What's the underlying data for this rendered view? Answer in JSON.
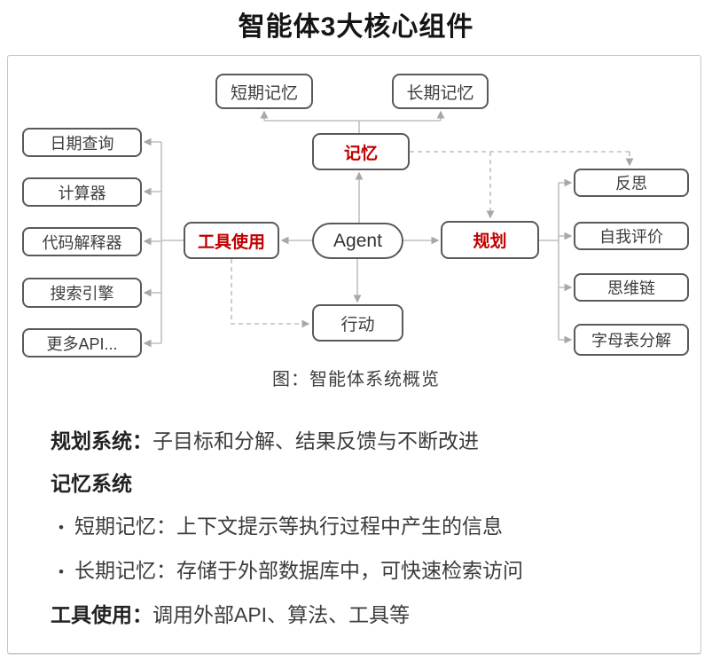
{
  "title": "智能体3大核心组件",
  "caption": "图：智能体系统概览",
  "diagram": {
    "nodes": {
      "short_term": "短期记忆",
      "long_term": "长期记忆",
      "memory": "记忆",
      "agent": "Agent",
      "tool_use": "工具使用",
      "planning": "规划",
      "action": "行动",
      "date_query": "日期查询",
      "calculator": "计算器",
      "code_interpreter": "代码解释器",
      "search_engine": "搜索引擎",
      "more_api": "更多API...",
      "reflection": "反思",
      "self_evaluation": "自我评价",
      "chain_of_thought": "思维链",
      "alphabet_decomposition": "字母表分解"
    },
    "colors": {
      "accent_red": "#c00000",
      "box_border": "#595959",
      "connector_gray": "#bfbfbf",
      "panel_border": "#c6c6c6"
    }
  },
  "description": {
    "lines": [
      {
        "bullet": "",
        "bold": "规划系统：",
        "text": "子目标和分解、结果反馈与不断改进"
      },
      {
        "bullet": "",
        "bold": "记忆系统",
        "text": ""
      },
      {
        "bullet": "•",
        "bold": "",
        "text": "短期记忆：上下文提示等执行过程中产生的信息"
      },
      {
        "bullet": "•",
        "bold": "",
        "text": "长期记忆：存储于外部数据库中，可快速检索访问"
      },
      {
        "bullet": "",
        "bold": "工具使用：",
        "text": "调用外部API、算法、工具等"
      }
    ]
  }
}
